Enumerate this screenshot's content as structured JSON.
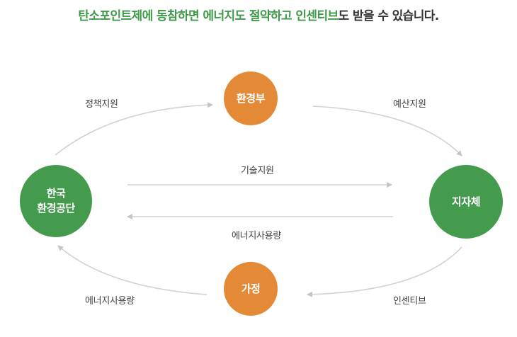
{
  "headline": {
    "highlight": "탄소포인트제에 동참하면 에너지도 절약하고 인센티브",
    "rest": "도 받을 수 있습니다."
  },
  "nodes": {
    "ministry": "환경부",
    "corp_line1": "한국",
    "corp_line2": "환경공단",
    "local_gov": "지자체",
    "household": "가정"
  },
  "flows": {
    "policy_support": "정책지원",
    "budget_support": "예산지원",
    "tech_support": "기술지원",
    "energy_usage_center": "에너지사용량",
    "energy_usage_bottom": "에너지사용량",
    "incentive": "인센티브"
  },
  "colors": {
    "green": "#449a4d",
    "orange": "#e48a37",
    "headline_green": "#3e9a49",
    "arrow": "#cfcfcf"
  }
}
